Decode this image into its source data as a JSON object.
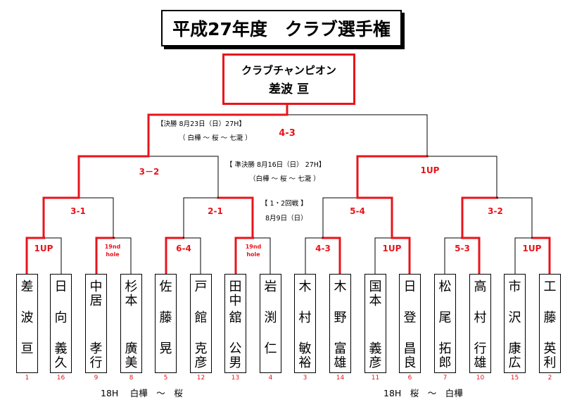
{
  "title": "平成27年度　クラブ選手権",
  "champion": {
    "label": "クラブチャンピオン",
    "name": "差波 亘"
  },
  "rounds": {
    "final": {
      "line1": "【決勝 8月23日（日）27H】",
      "line2": "（ 白樺 ～ 桜 ～ 七瀧 ）"
    },
    "semifinal": {
      "line1": "【 準決勝 8月16日（日） 27H】",
      "line2": "（白樺 ～ 桜 ～ 七瀧 ）"
    },
    "early": {
      "line1": "【 1・2回戦 】",
      "line2": "8月9日（日）"
    }
  },
  "scores": {
    "final": "4-3",
    "semi_left": "3－2",
    "semi_right": "1UP",
    "r2": [
      "3-1",
      "2-1",
      "5-4",
      "3-2"
    ],
    "r1": [
      "1UP",
      "19nd hole",
      "6-4",
      "19nd hole",
      "4-3",
      "1UP",
      "5-3",
      "1UP"
    ]
  },
  "players": [
    {
      "top": "差",
      "mid": "波",
      "bottom": "亘",
      "seed": "1"
    },
    {
      "top": "日",
      "mid": "向",
      "bottom": "義久",
      "seed": "16"
    },
    {
      "top": "中居",
      "mid": "",
      "bottom": "孝行",
      "seed": "9"
    },
    {
      "top": "杉本",
      "mid": "",
      "bottom": "廣美",
      "seed": "8"
    },
    {
      "top": "佐",
      "mid": "藤",
      "bottom": "晃",
      "seed": "5"
    },
    {
      "top": "戸",
      "mid": "館",
      "bottom": "克彦",
      "seed": "12"
    },
    {
      "top": "田中",
      "mid": "舘",
      "bottom": "公男",
      "seed": "13"
    },
    {
      "top": "岩",
      "mid": "渕",
      "bottom": "仁",
      "seed": "4"
    },
    {
      "top": "木",
      "mid": "村",
      "bottom": "敏裕",
      "seed": "3"
    },
    {
      "top": "木",
      "mid": "野",
      "bottom": "富雄",
      "seed": "14"
    },
    {
      "top": "国本",
      "mid": "",
      "bottom": "義彦",
      "seed": "11"
    },
    {
      "top": "日",
      "mid": "登",
      "bottom": "昌良",
      "seed": "6"
    },
    {
      "top": "松",
      "mid": "尾",
      "bottom": "拓郎",
      "seed": "7"
    },
    {
      "top": "高",
      "mid": "村",
      "bottom": "行雄",
      "seed": "10"
    },
    {
      "top": "市",
      "mid": "沢",
      "bottom": "康広",
      "seed": "15"
    },
    {
      "top": "工",
      "mid": "藤",
      "bottom": "英利",
      "seed": "2"
    }
  ],
  "courses": {
    "left": "18H　 白樺　～　桜",
    "right": "18H　桜　～　白樺"
  },
  "colors": {
    "winner_line": "#e8141b",
    "loser_line": "#000000",
    "score_text": "#e8141b"
  }
}
